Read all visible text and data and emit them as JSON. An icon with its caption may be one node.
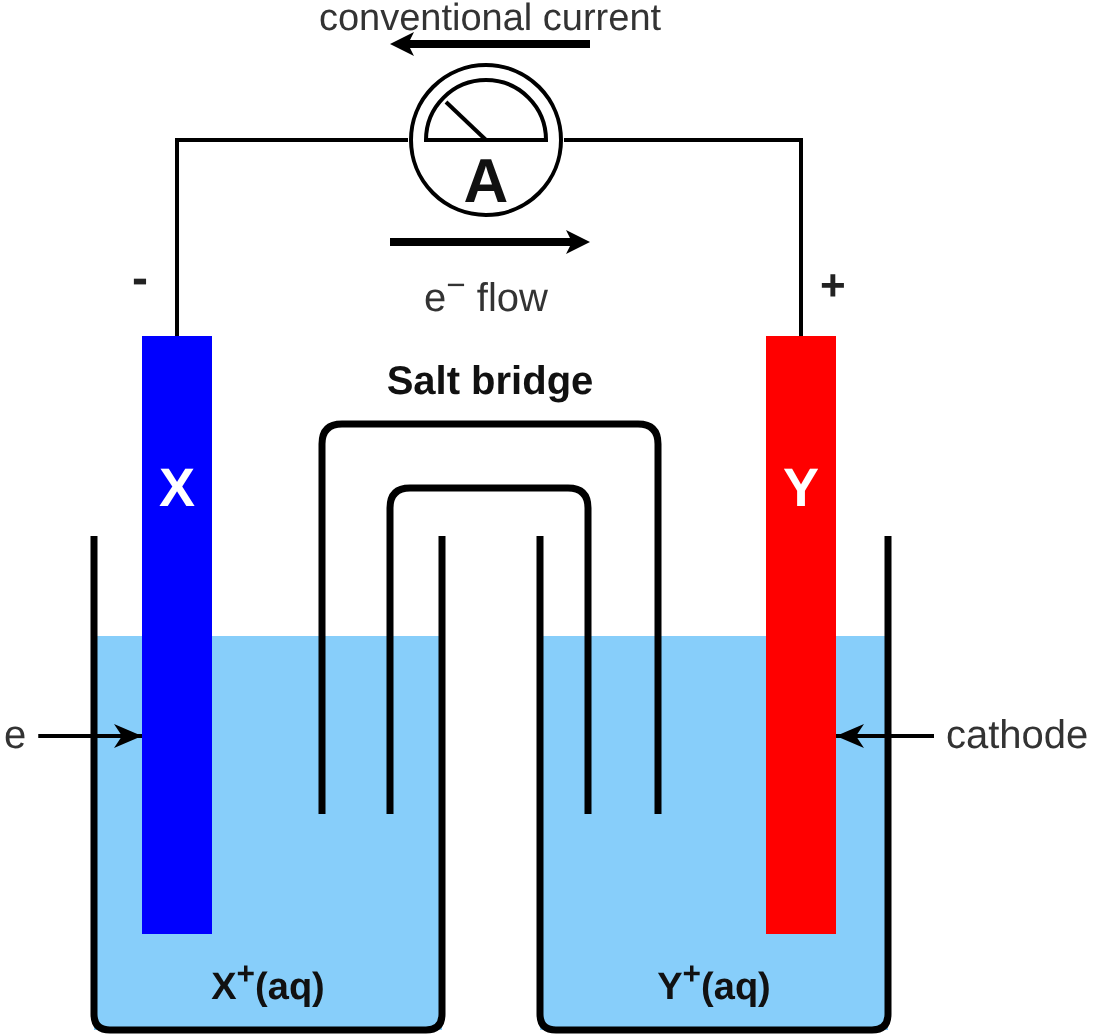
{
  "diagram": {
    "nodes": [
      {
        "text": [
          "A"
        ]
      },
      {
        "text": [
          "X"
        ],
        "beside": [
          "-"
        ]
      },
      {
        "text": [
          "Salt bridge"
        ]
      },
      {
        "text": [
          "Y"
        ],
        "beside": [
          "+"
        ]
      },
      {
        "text": [
          "e"
        ]
      },
      {
        "text": [
          "cathode"
        ]
      },
      {
        "text": [
          "X$^{+}$(aq)"
        ]
      },
      {
        "text": [
          "Y$^{+}$(aq)"
        ]
      }
    ],
    "edges": [
      {
        "from": 1,
        "to": 0,
        "arrow": "none"
      },
      {
        "from": 0,
        "to": 3,
        "arrow": "none"
      },
      {
        "from": 4,
        "to": 1,
        "arrow": "to"
      },
      {
        "from": 5,
        "to": 3,
        "arrow": "to"
      }
    ],
    "labels": [
      "conventional current",
      "e$^{−}$ flow"
    ]
  }
}
